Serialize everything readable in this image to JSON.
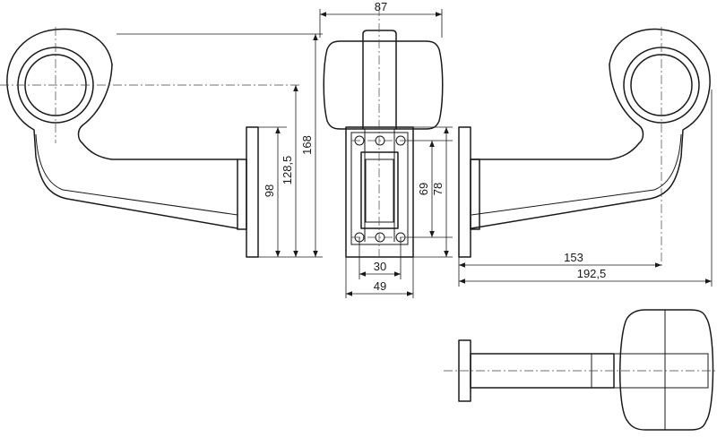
{
  "dimensions": {
    "top_width": "87",
    "height_total": "168",
    "height_mid": "128,5",
    "height_base": "98",
    "hole_spacing_v": "69",
    "base_height": "78",
    "hole_spacing_h": "30",
    "base_width": "49",
    "arm_reach": "153",
    "total_reach": "192,5"
  }
}
